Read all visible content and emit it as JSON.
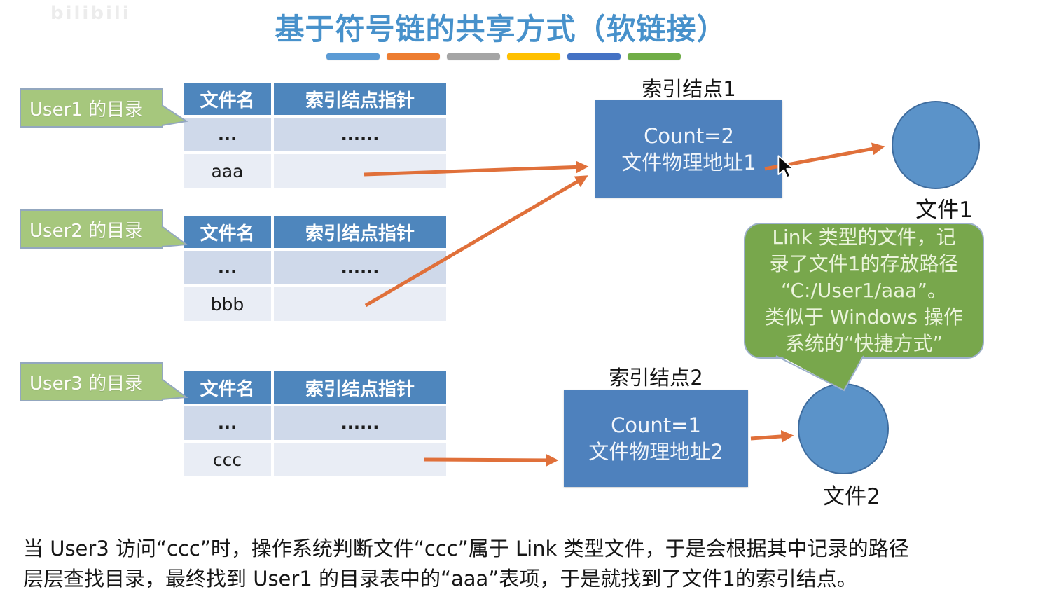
{
  "watermark": {
    "text": "bilibili"
  },
  "title": "基于符号链的共享方式（软链接）",
  "accent_bars": [
    "#5b9bd5",
    "#ed7d31",
    "#a5a5a5",
    "#ffc000",
    "#4472c4",
    "#70ad47"
  ],
  "tables": [
    {
      "owner_label": "User1 的目录",
      "headers": [
        "文件名",
        "索引结点指针"
      ],
      "rows": [
        [
          "...",
          "......"
        ],
        [
          "aaa",
          ""
        ]
      ]
    },
    {
      "owner_label": "User2 的目录",
      "headers": [
        "文件名",
        "索引结点指针"
      ],
      "rows": [
        [
          "...",
          "......"
        ],
        [
          "bbb",
          ""
        ]
      ]
    },
    {
      "owner_label": "User3 的目录",
      "headers": [
        "文件名",
        "索引结点指针"
      ],
      "rows": [
        [
          "...",
          "......"
        ],
        [
          "ccc",
          ""
        ]
      ]
    }
  ],
  "inodes": [
    {
      "label": "索引结点1",
      "count": "Count=2",
      "address": "文件物理地址1"
    },
    {
      "label": "索引结点2",
      "count": "Count=1",
      "address": "文件物理地址2"
    }
  ],
  "files": [
    {
      "label": "文件1"
    },
    {
      "label": "文件2"
    }
  ],
  "callout": {
    "lines": [
      "Link 类型的文件，记",
      "录了文件1的存放路径",
      "“C:/User1/aaa”。",
      "类似于 Windows 操作",
      "系统的“快捷方式”"
    ]
  },
  "footer": {
    "line1": "当 User3 访问“ccc”时，操作系统判断文件“ccc”属于 Link 类型文件，于是会根据其中记录的路径",
    "line2": "层层查找目录，最终找到 User1 的目录表中的“aaa”表项，于是就找到了文件1的索引结点。"
  },
  "colors": {
    "title_blue": "#4791cb",
    "table_header_blue": "#4e86bd",
    "row_dark": "#cfd9ea",
    "row_light": "#e9edf5",
    "owner_bubble_green": "#a6c77d",
    "inode_box_blue": "#4e81bd",
    "file_circle_blue": "#5b93c9",
    "callout_green": "#78a74c",
    "arrow_orange": "#e0703a",
    "bubble_border": "#9db0cb"
  }
}
